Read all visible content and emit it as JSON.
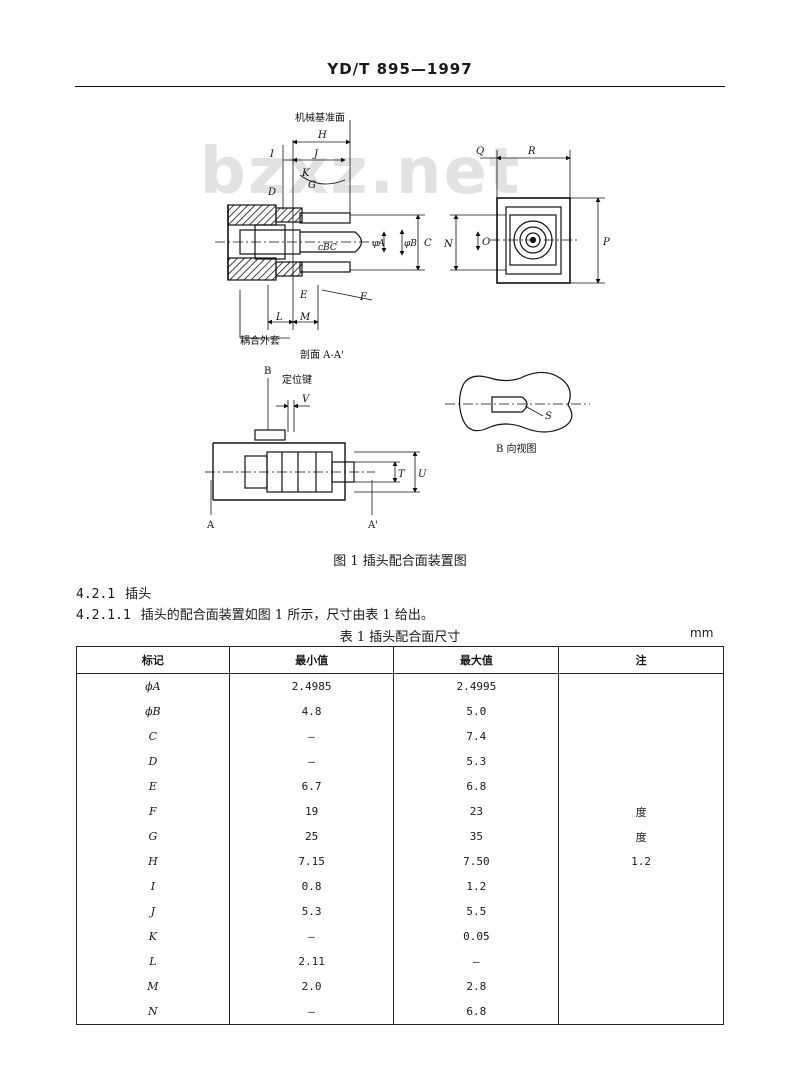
{
  "page": {
    "header": "YD/T 895—1997",
    "watermark": "bzxz.net"
  },
  "figure": {
    "caption": "图 1   插头配合面装置图",
    "labels": {
      "mech_ref": "机械基准面",
      "coupling_sleeve": "耦合外套",
      "section_label": "剖面 A-A'",
      "locating_key": "定位键",
      "b_view": "B 向视图",
      "A": "A",
      "A_prime": "A'",
      "B": "B",
      "dim_H": "H",
      "dim_I": "I",
      "dim_J": "J",
      "dim_K": "K",
      "dim_G": "G",
      "dim_D": "D",
      "dim_E": "E",
      "dim_F": "F",
      "dim_L": "L",
      "dim_M": "M",
      "dim_C": "C",
      "dim_phiA": "φA",
      "dim_phiB": "φB",
      "dim_cBC": "cBC",
      "dim_Q": "Q",
      "dim_R": "R",
      "dim_N": "N",
      "dim_O": "O",
      "dim_P": "P",
      "dim_V": "V",
      "dim_T": "T",
      "dim_U": "U",
      "dim_S": "S"
    }
  },
  "clauses": [
    {
      "num": "4.2.1",
      "text": "插头"
    },
    {
      "num": "4.2.1.1",
      "text": "插头的配合面装置如图 1 所示，尺寸由表 1 给出。"
    }
  ],
  "table": {
    "caption": "表 1   插头配合面尺寸",
    "unit": "mm",
    "headers": [
      "标记",
      "最小值",
      "最大值",
      "注"
    ],
    "rows": [
      [
        "ϕA",
        "2.4985",
        "2.4995",
        ""
      ],
      [
        "ϕB",
        "4.8",
        "5.0",
        ""
      ],
      [
        "C",
        "—",
        "7.4",
        ""
      ],
      [
        "D",
        "—",
        "5.3",
        ""
      ],
      [
        "E",
        "6.7",
        "6.8",
        ""
      ],
      [
        "F",
        "19",
        "23",
        "度"
      ],
      [
        "G",
        "25",
        "35",
        "度"
      ],
      [
        "H",
        "7.15",
        "7.50",
        "1.2"
      ],
      [
        "I",
        "0.8",
        "1.2",
        ""
      ],
      [
        "J",
        "5.3",
        "5.5",
        ""
      ],
      [
        "K",
        "—",
        "0.05",
        ""
      ],
      [
        "L",
        "2.11",
        "—",
        ""
      ],
      [
        "M",
        "2.0",
        "2.8",
        ""
      ],
      [
        "N",
        "—",
        "6.8",
        ""
      ]
    ]
  }
}
